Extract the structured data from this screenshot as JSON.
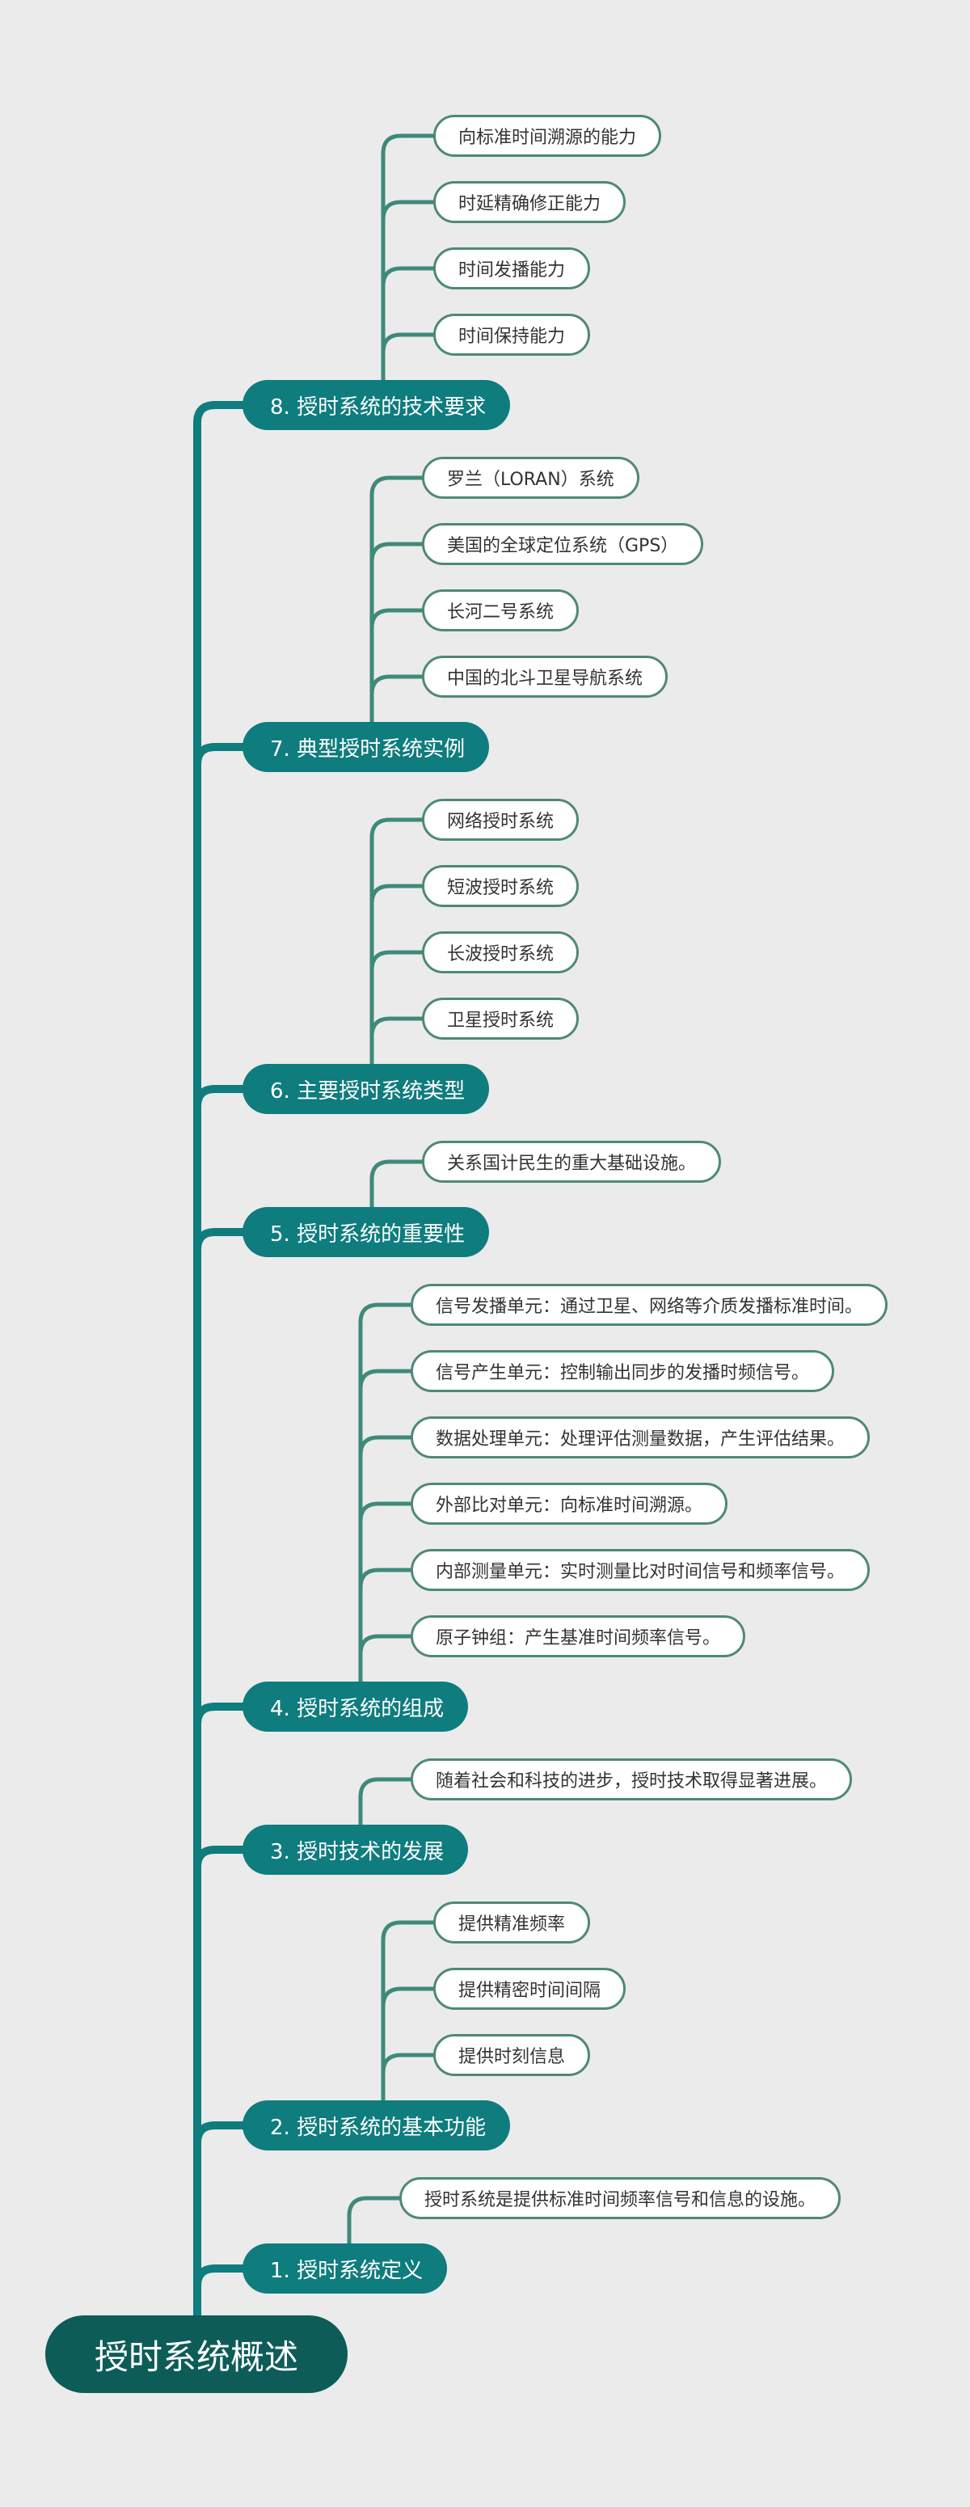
{
  "root": {
    "label": "授时系统概述"
  },
  "colors": {
    "root": "#0d5c58",
    "branch": "#0f7c7e",
    "wire": "#0f7c7e",
    "leaf_wire": "#3e8a7a",
    "leaf_border": "#4f8878",
    "background": "#ebebeb"
  },
  "branches": [
    {
      "label": "8. 授时系统的技术要求",
      "leaves": [
        "向标准时间溯源的能力",
        "时延精确修正能力",
        "时间发播能力",
        "时间保持能力"
      ]
    },
    {
      "label": "7. 典型授时系统实例",
      "leaves": [
        "罗兰（LORAN）系统",
        "美国的全球定位系统（GPS）",
        "长河二号系统",
        "中国的北斗卫星导航系统"
      ]
    },
    {
      "label": "6. 主要授时系统类型",
      "leaves": [
        "网络授时系统",
        "短波授时系统",
        "长波授时系统",
        "卫星授时系统"
      ]
    },
    {
      "label": "5. 授时系统的重要性",
      "leaves": [
        "关系国计民生的重大基础设施。"
      ]
    },
    {
      "label": "4. 授时系统的组成",
      "leaves": [
        "信号发播单元：通过卫星、网络等介质发播标准时间。",
        "信号产生单元：控制输出同步的发播时频信号。",
        "数据处理单元：处理评估测量数据，产生评估结果。",
        "外部比对单元：向标准时间溯源。",
        "内部测量单元：实时测量比对时间信号和频率信号。",
        "原子钟组：产生基准时间频率信号。"
      ]
    },
    {
      "label": "3. 授时技术的发展",
      "leaves": [
        "随着社会和科技的进步，授时技术取得显著进展。"
      ]
    },
    {
      "label": "2. 授时系统的基本功能",
      "leaves": [
        "提供精准频率",
        "提供精密时间间隔",
        "提供时刻信息"
      ]
    },
    {
      "label": "1. 授时系统定义",
      "leaves": [
        "授时系统是提供标准时间频率信号和信息的设施。"
      ]
    }
  ]
}
